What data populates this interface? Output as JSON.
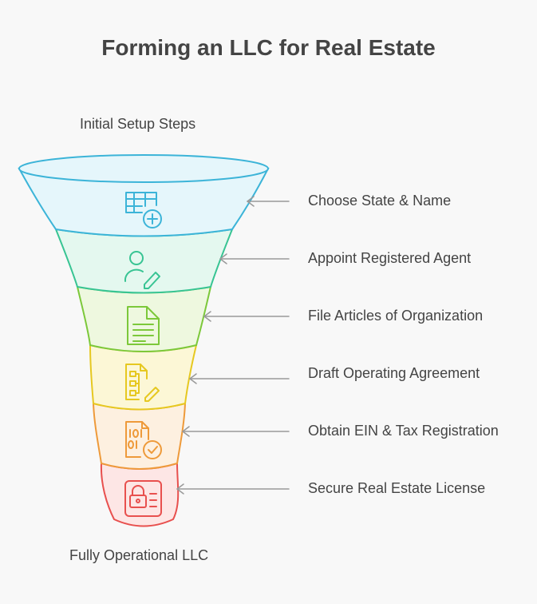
{
  "title": "Forming an LLC for Real Estate",
  "top_label": "Initial Setup Steps",
  "bottom_label": "Fully Operational LLC",
  "stages": [
    {
      "label": "Choose State & Name",
      "icon": "spreadsheet-add-icon",
      "color": "#3cb4d8",
      "fill": "#e5f6fb"
    },
    {
      "label": "Appoint Registered Agent",
      "icon": "user-edit-icon",
      "color": "#38c493",
      "fill": "#e4f8ef"
    },
    {
      "label": "File Articles of Organization",
      "icon": "document-icon",
      "color": "#7cc83a",
      "fill": "#eef8df"
    },
    {
      "label": "Draft Operating Agreement",
      "icon": "org-chart-edit-icon",
      "color": "#e6c820",
      "fill": "#fcf7d6"
    },
    {
      "label": "Obtain EIN & Tax Registration",
      "icon": "binary-document-check-icon",
      "color": "#ee9a3a",
      "fill": "#fdf0e0"
    },
    {
      "label": "Secure Real Estate License",
      "icon": "lock-document-icon",
      "color": "#e8504e",
      "fill": "#fde6e5"
    }
  ]
}
